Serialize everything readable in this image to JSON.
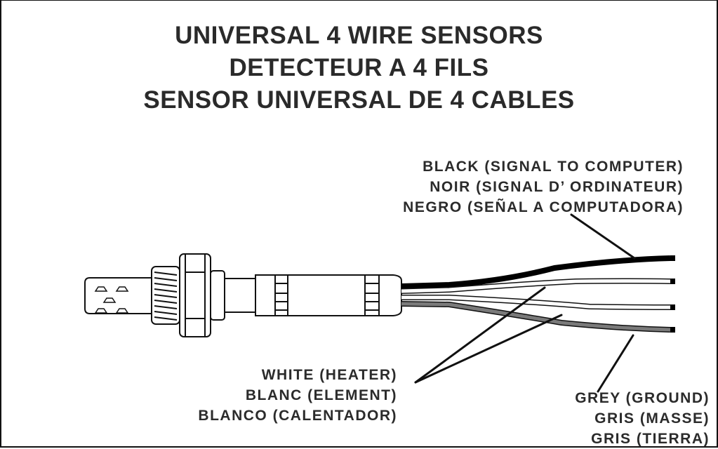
{
  "title": {
    "lines": [
      "UNIVERSAL 4 WIRE SENSORS",
      "DETECTEUR A  4 FILS",
      "SENSOR UNIVERSAL DE 4 CABLES"
    ]
  },
  "labels": {
    "black": [
      "BLACK (SIGNAL TO COMPUTER)",
      "NOIR (SIGNAL D’ ORDINATEUR)",
      "NEGRO (SEÑAL A COMPUTADORA)"
    ],
    "white": [
      "WHITE (HEATER)",
      "BLANC (ELEMENT)",
      "BLANCO (CALENTADOR)"
    ],
    "grey": [
      "GREY (GROUND)",
      "GRIS (MASSE)",
      "GRIS (TIERRA)"
    ]
  },
  "wires": [
    {
      "name": "black",
      "color": "#000000"
    },
    {
      "name": "white",
      "color": "#ffffff"
    },
    {
      "name": "white",
      "color": "#ffffff"
    },
    {
      "name": "grey",
      "color": "#7a7a7a"
    }
  ],
  "colors": {
    "text": "#2b2b2b",
    "outline": "#111111"
  }
}
